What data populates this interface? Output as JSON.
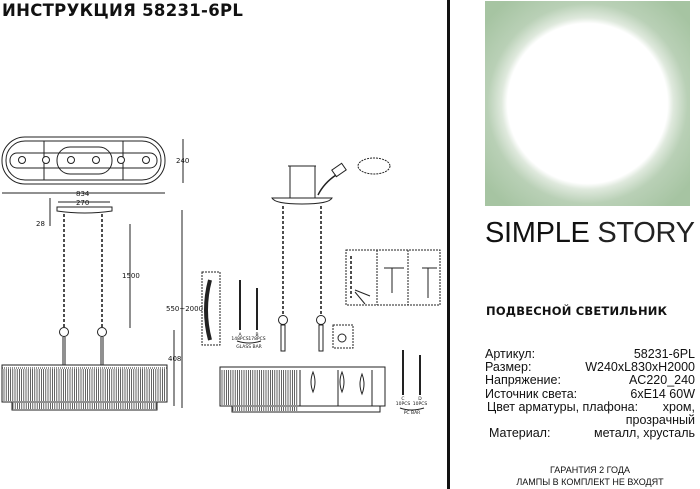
{
  "header": {
    "title": "ИНСТРУКЦИЯ 58231-6PL"
  },
  "brand": {
    "name_bold": "SIMPLE",
    "name_light": "STORY",
    "accent_color": "#a6c4a2"
  },
  "product": {
    "type": "ПОДВЕСНОЙ СВЕТИЛЬНИК",
    "specs": [
      {
        "label": "Артикул:",
        "value": "58231-6PL"
      },
      {
        "label": "Размер:",
        "value": "W240xL830xH2000"
      },
      {
        "label": "Напряжение:",
        "value": "AC220_240"
      },
      {
        "label": "Источник света:",
        "value": "6xE14 60W"
      },
      {
        "label": "Цвет арматуры, плафона:",
        "value": "хром,",
        "value_cont": "прозрачный"
      },
      {
        "label": "Материал:",
        "value": "металл, хрусталь"
      }
    ],
    "warranty": "ГАРАНТИЯ 2 ГОДА",
    "note": "ЛАМПЫ В КОМПЛЕКТ НЕ ВХОДЯТ"
  },
  "drawing": {
    "dimensions": {
      "depth": "240",
      "length": "834",
      "canopy": "270",
      "canopy_h": "28",
      "chain": "1500",
      "height": "550~2000",
      "body": "408"
    },
    "parts": {
      "a_label": "A",
      "a_count": "148PCS",
      "b_label": "B",
      "b_count": "178PCS",
      "glass": "GLASS BAR",
      "c_label": "C",
      "c_count": "10PCS",
      "d_label": "D",
      "d_count": "10PCS",
      "pc": "PC BAR"
    }
  }
}
